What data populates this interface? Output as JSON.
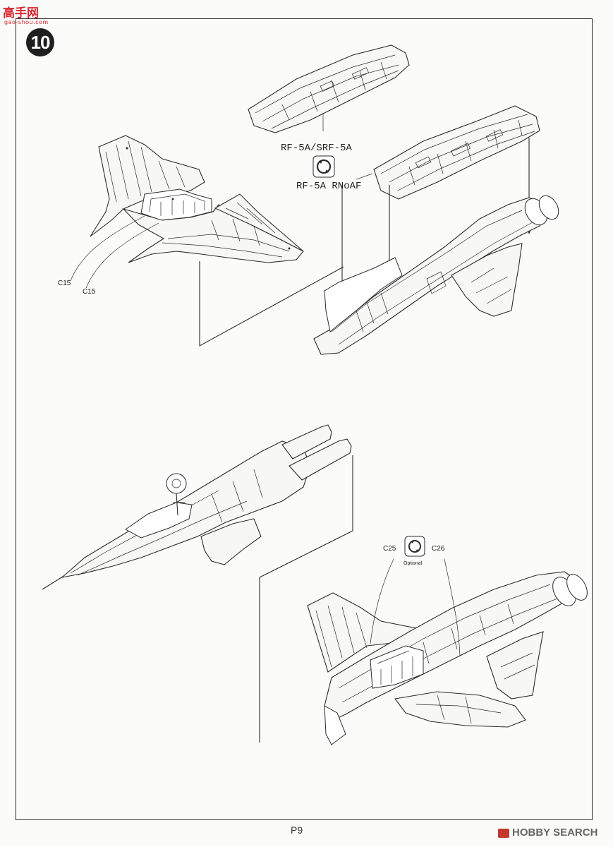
{
  "watermark": {
    "main": "高手网",
    "sub": "gao-shou.com"
  },
  "step": {
    "number": "10"
  },
  "labels": {
    "c15_a": "C15",
    "c15_b": "C15",
    "variant_top": "RF-5A/SRF-5A",
    "variant_bottom": "RF-5A RNoAF",
    "c25": "C25",
    "c26": "C26",
    "optional": "Optional"
  },
  "footer": {
    "page": "P9",
    "brand": "HOBBY SEARCH"
  },
  "icons": [
    "rotate-icon",
    "rotate-optional-icon"
  ]
}
